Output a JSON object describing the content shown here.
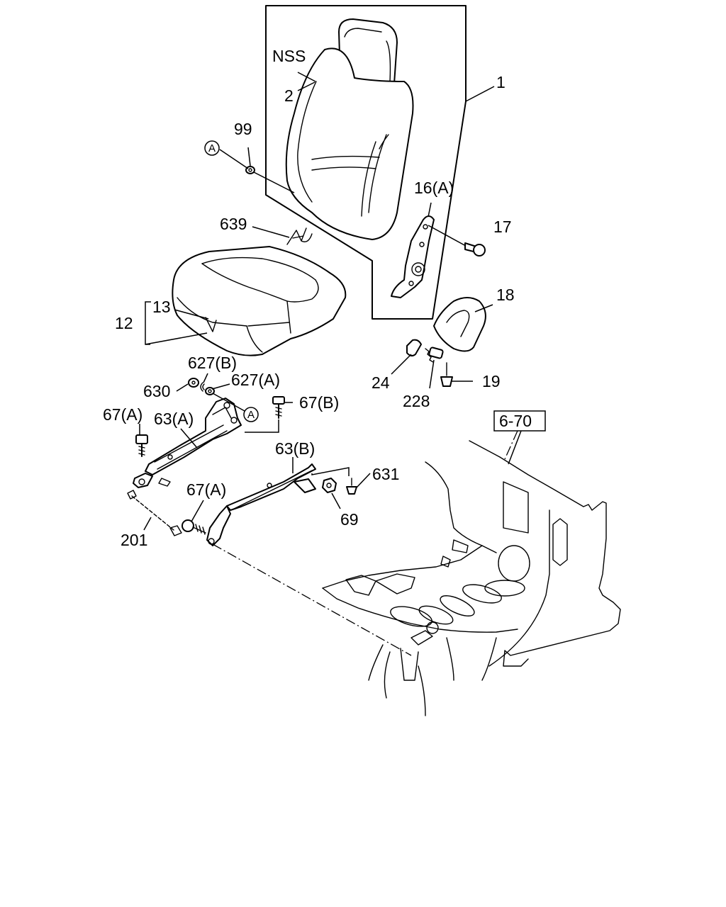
{
  "labels": {
    "p1": "1",
    "p2": "2",
    "nss": "NSS",
    "p99": "99",
    "p639": "639",
    "p12": "12",
    "p13": "13",
    "p16a": "16(A)",
    "p17": "17",
    "p18": "18",
    "p19": "19",
    "p24": "24",
    "p228": "228",
    "p627b": "627(B)",
    "p627a": "627(A)",
    "p630": "630",
    "p67b": "67(B)",
    "p67a_top": "67(A)",
    "p63a": "63(A)",
    "p63b": "63(B)",
    "p631": "631",
    "p69": "69",
    "p67a_bottom": "67(A)",
    "p201": "201",
    "ref": "6-70"
  },
  "callouts": {
    "a_upper": "A",
    "a_lower": "A"
  }
}
